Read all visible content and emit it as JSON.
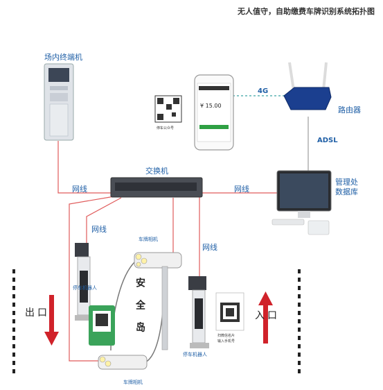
{
  "title": "无人值守，自助缴费车牌识别系统拓扑图",
  "nodes": {
    "terminal": "场内终端机",
    "router": "路由器",
    "switch": "交换机",
    "management": [
      "管理处",
      "数据库"
    ],
    "plate_camera_top": "车牌相机",
    "plate_camera_bottom": "车牌相机",
    "parking_robot_left": "停车机器人",
    "parking_robot_right": "停车机器人",
    "safety_island": "安全岛",
    "qr_caption": "停车公众号",
    "scan_caption": [
      "扫微信名片",
      "输入手机号"
    ]
  },
  "links": {
    "net_left": "网线",
    "net_right": "网线",
    "net_robot_left": "网线",
    "net_robot_right": "网线",
    "fourg": "4G",
    "adsl": "ADSL"
  },
  "phone": {
    "amount": "¥ 15.00"
  },
  "directions": {
    "exit": "出口",
    "entrance": "入口"
  },
  "colors": {
    "accent_blue": "#1f5fa6",
    "cable_red": "#e05a5a",
    "arrow_red": "#d0222a"
  }
}
